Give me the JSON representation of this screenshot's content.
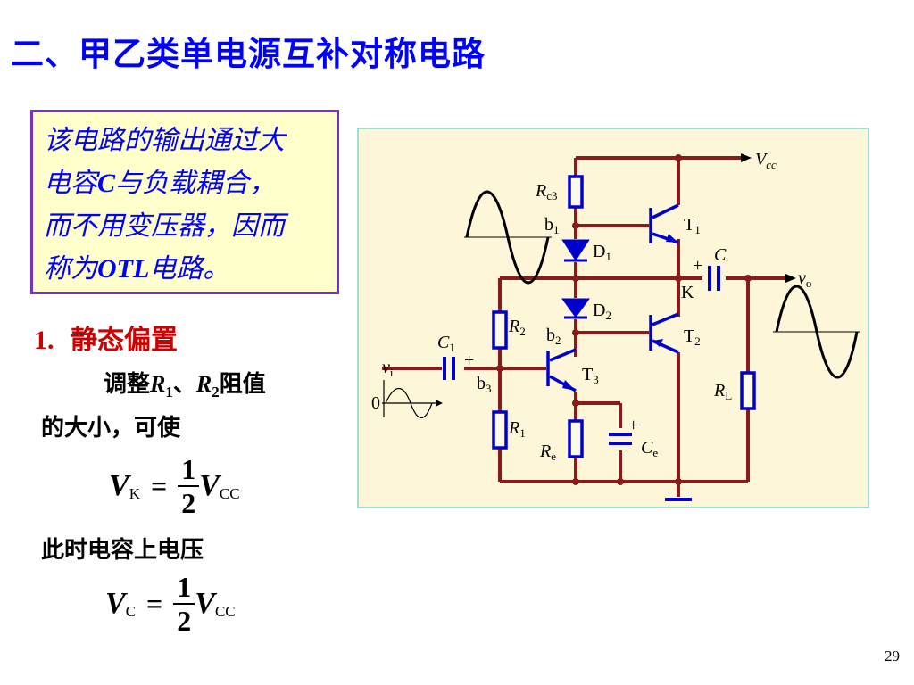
{
  "title": "二、甲乙类单电源互补对称电路",
  "callout": {
    "line1": "该电路的输出通过大",
    "line2_a": "电容",
    "line2_b": "C",
    "line2_c": "与负载耦合，",
    "line3": "而不用变压器，因而",
    "line4_a": "称为",
    "line4_b": "OTL",
    "line4_c": "电路。"
  },
  "section": {
    "number": "1.",
    "heading": "静态偏置"
  },
  "adjust": {
    "a": "调整",
    "r": "R",
    "s1": "1",
    "sep": "、",
    "s2": "2",
    "b": "阻值"
  },
  "line_make": "的大小，可使",
  "eq1": {
    "v": "V",
    "sub": "K",
    "eq": "=",
    "num": "1",
    "den": "2",
    "sub2": "CC"
  },
  "line_cap": "此时电容上电压",
  "eq2": {
    "v": "V",
    "sub": "C",
    "eq": "=",
    "num": "1",
    "den": "2",
    "sub2": "CC"
  },
  "page_number": "29",
  "circuit": {
    "vcc": "V",
    "vcc_sub": "cc",
    "rc3": "R",
    "rc3_sub": "c3",
    "t1": "T",
    "t1_sub": "1",
    "t2": "T",
    "t2_sub": "2",
    "t3": "T",
    "t3_sub": "3",
    "d1": "D",
    "d1_sub": "1",
    "d2": "D",
    "d2_sub": "2",
    "b1": "b",
    "b1_sub": "1",
    "b2": "b",
    "b2_sub": "2",
    "b3": "b",
    "b3_sub": "3",
    "cap_c": "C",
    "plus": "+",
    "k": "K",
    "vo": "v",
    "vo_sub": "o",
    "r2": "R",
    "r2_sub": "2",
    "r1": "R",
    "r1_sub": "1",
    "c1": "C",
    "c1_sub": "1",
    "vi": "v",
    "vi_sub": "i",
    "zero": "0",
    "re": "R",
    "re_sub": "e",
    "ce": "C",
    "ce_sub": "e",
    "rl": "R",
    "rl_sub": "L",
    "colors": {
      "wire": "#8b1a1a",
      "component": "#0000cc",
      "background": "#fdf6d8",
      "border": "#7fd8c8"
    }
  }
}
